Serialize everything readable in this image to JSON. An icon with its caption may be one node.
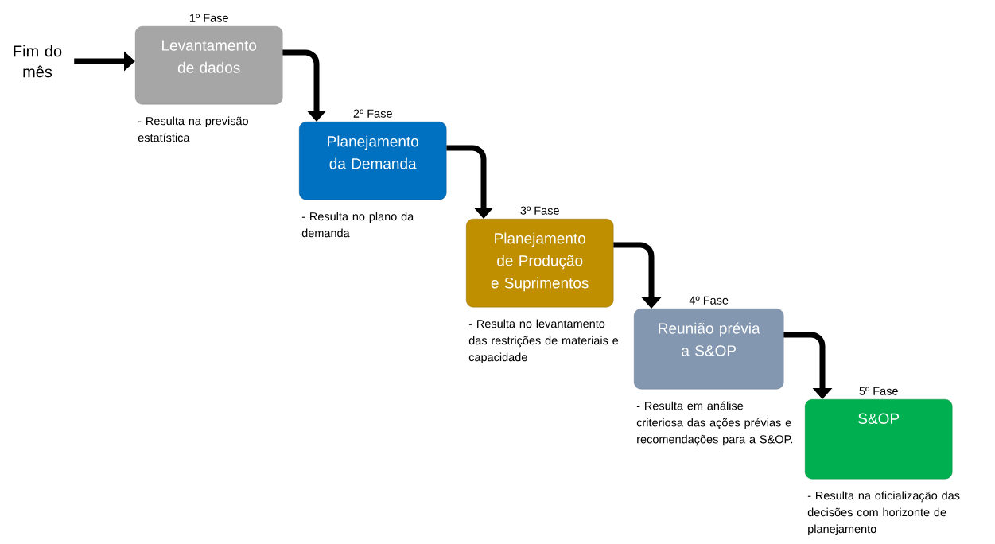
{
  "diagram": {
    "nodes": [
      {
        "text": [
          "Fim do mês"
        ]
      },
      {
        "text": [
          "Levantamento de dados"
        ],
        "beside": [
          "1º Fase",
          "- Resulta na previsão estatística"
        ]
      },
      {
        "text": [
          "Planejamento da Demanda"
        ],
        "beside": [
          "2º Fase",
          "- Resulta no plano da demanda"
        ]
      },
      {
        "text": [
          "Planejamento de Produção e Suprimentos"
        ],
        "beside": [
          "3º Fase",
          "- Resulta no levantamento das restrições de materiais e capacidade"
        ]
      },
      {
        "text": [
          "Reunião prévia a S&OP"
        ],
        "beside": [
          "4º Fase",
          "- Resulta em análise criteriosa das ações prévias e recomendações para a S&OP."
        ]
      },
      {
        "text": [
          "S&OP"
        ],
        "beside": [
          "5º Fase",
          "- Resulta na oficialização das decisões com horizonte de planejamento"
        ]
      }
    ],
    "edges": [
      {
        "from": 0,
        "to": 1,
        "arrow": "to"
      },
      {
        "from": 1,
        "to": 2,
        "arrow": "to"
      },
      {
        "from": 2,
        "to": 3,
        "arrow": "to"
      },
      {
        "from": 3,
        "to": 4,
        "arrow": "to"
      },
      {
        "from": 4,
        "to": 5,
        "arrow": "to"
      }
    ]
  }
}
